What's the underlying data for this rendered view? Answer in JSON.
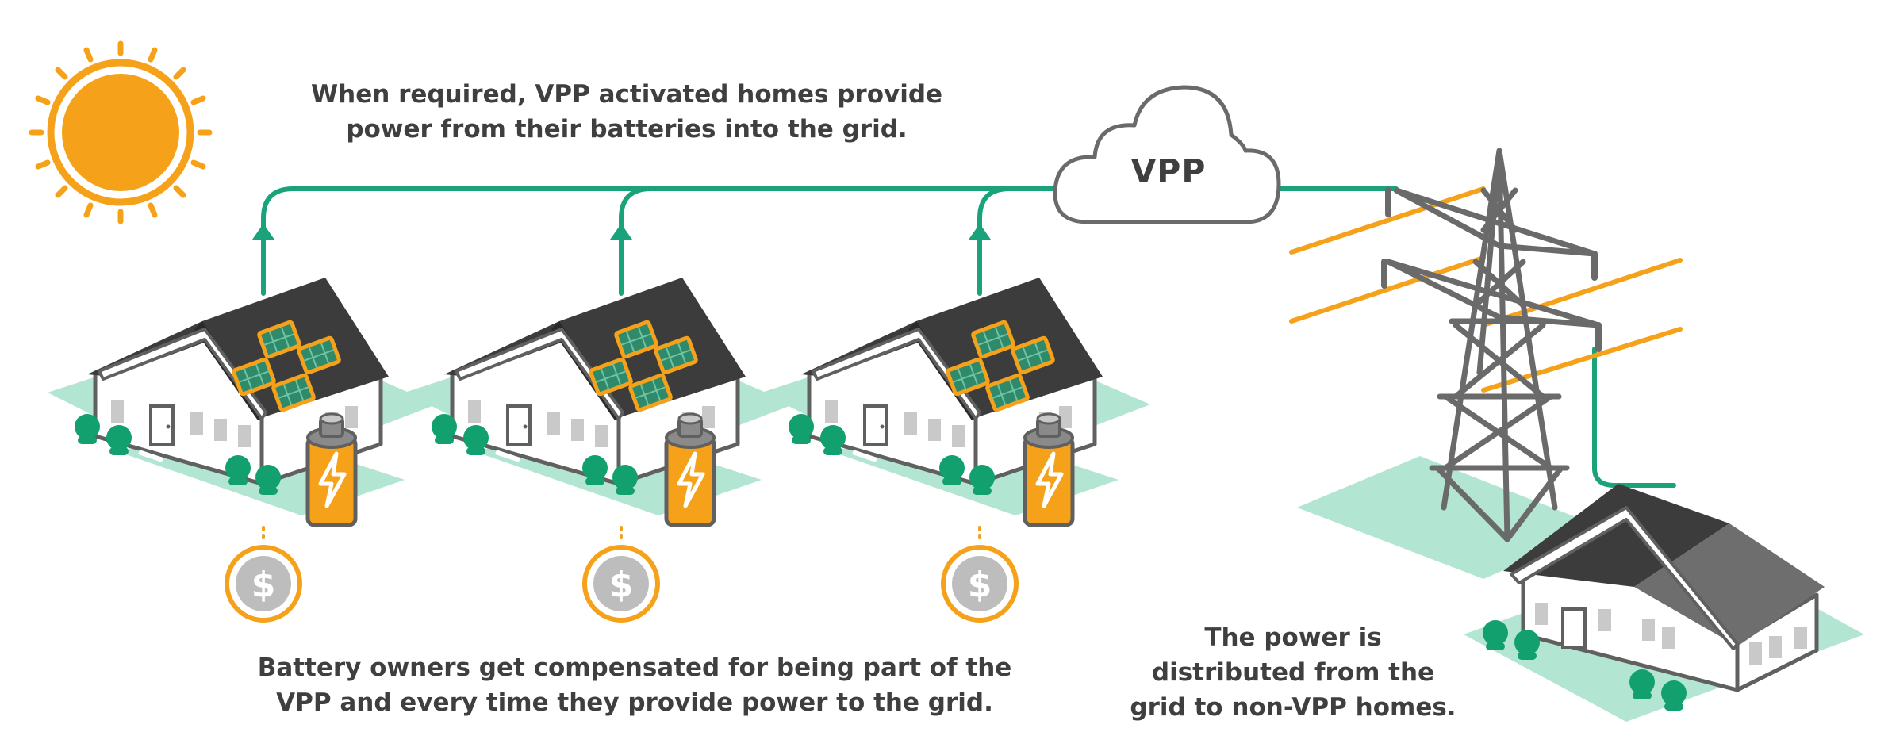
{
  "captions": {
    "top": [
      "When required, VPP activated homes provide",
      "power from their batteries into the grid."
    ],
    "bottom": [
      "Battery owners get compensated for being part of the",
      "VPP and every time they provide power to the grid."
    ],
    "right": [
      "The power is",
      "distributed from the",
      "grid to non-VPP homes."
    ]
  },
  "cloud_label": "VPP",
  "icons": {
    "sun": "sun-icon",
    "battery": "battery-bolt-icon",
    "coin": "dollar-coin-icon",
    "tower": "transmission-tower-icon",
    "cloud": "cloud-icon"
  },
  "colors": {
    "accent_green": "#1aa37a",
    "lawn": "#b3e5d3",
    "sun_orange": "#f6a11a",
    "roof_dark": "#3c3c3c",
    "wall": "#ffffff",
    "outline": "#606060",
    "coin_grey": "#bdbdbd",
    "tree": "#12a06e",
    "text": "#3f3f3f"
  }
}
